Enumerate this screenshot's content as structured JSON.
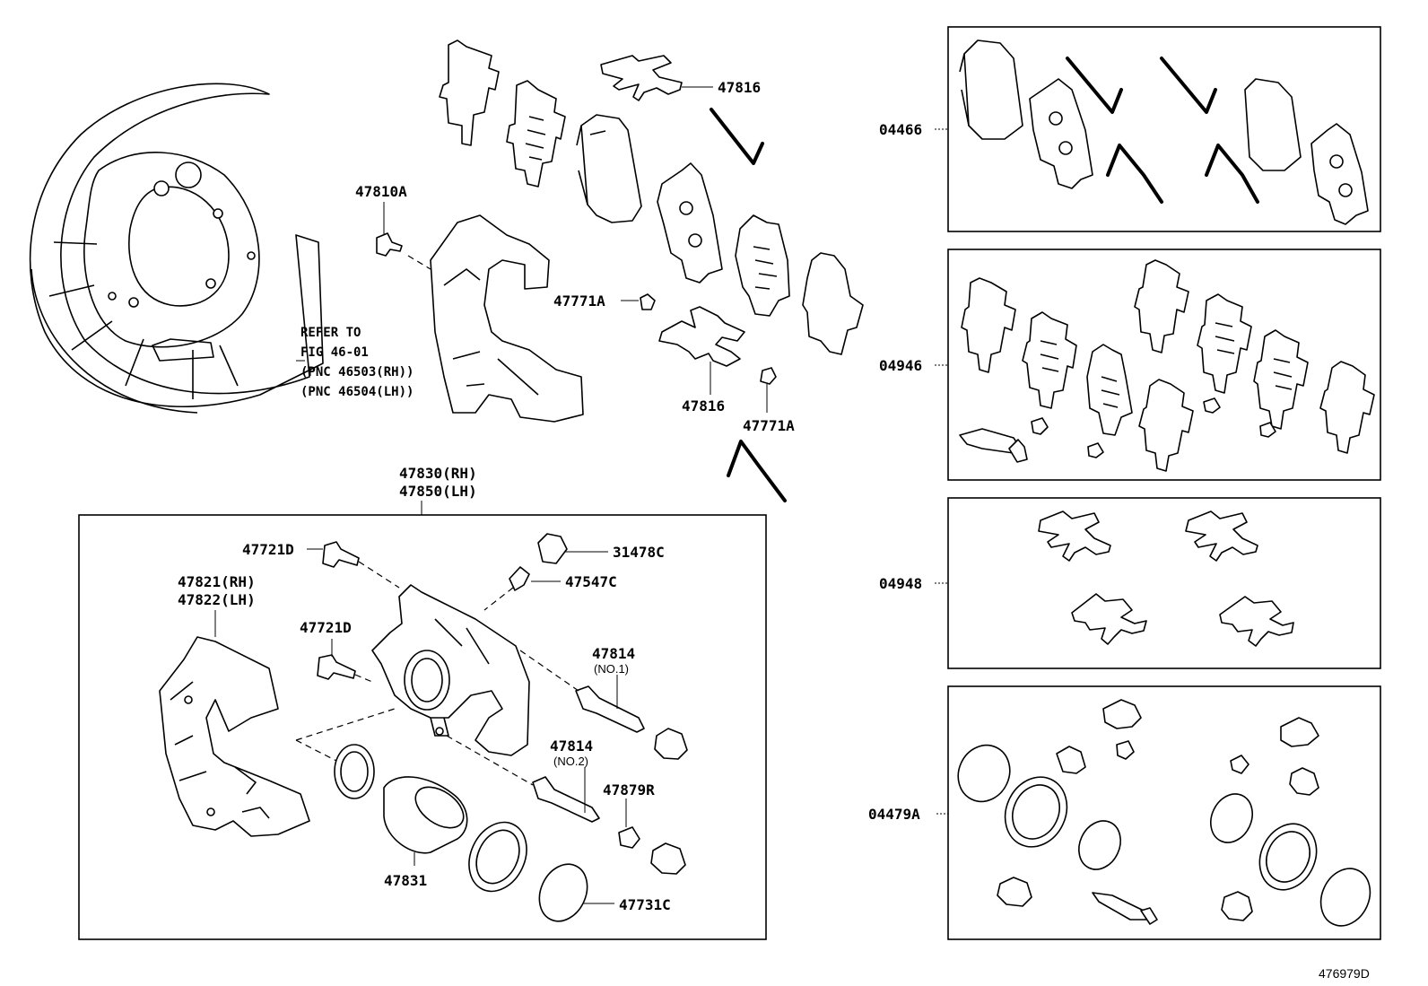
{
  "labels": {
    "p47816_top": "47816",
    "p47810a": "47810A",
    "p47771a_left": "47771A",
    "p47816_mid": "47816",
    "p47771a_right": "47771A",
    "refer_1": "REFER TO",
    "refer_2": "FIG 46-01",
    "refer_3": "(PNC 46503(RH))",
    "refer_4": "(PNC 46504(LH))",
    "p47830": "47830(RH)",
    "p47850": "47850(LH)",
    "p47721d_top": "47721D",
    "p31478c": "31478C",
    "p47547c": "47547C",
    "p47821": "47821(RH)",
    "p47822": "47822(LH)",
    "p47721d_mid": "47721D",
    "p47814_no1": "47814",
    "p47814_no1_sub": "(NO.1)",
    "p47814_no2": "47814",
    "p47814_no2_sub": "(NO.2)",
    "p47879r": "47879R",
    "p47831": "47831",
    "p47731c": "47731C",
    "kit_04466": "04466",
    "kit_04946": "04946",
    "kit_04948": "04948",
    "kit_04479a": "04479A",
    "figure_id": "476979D"
  }
}
